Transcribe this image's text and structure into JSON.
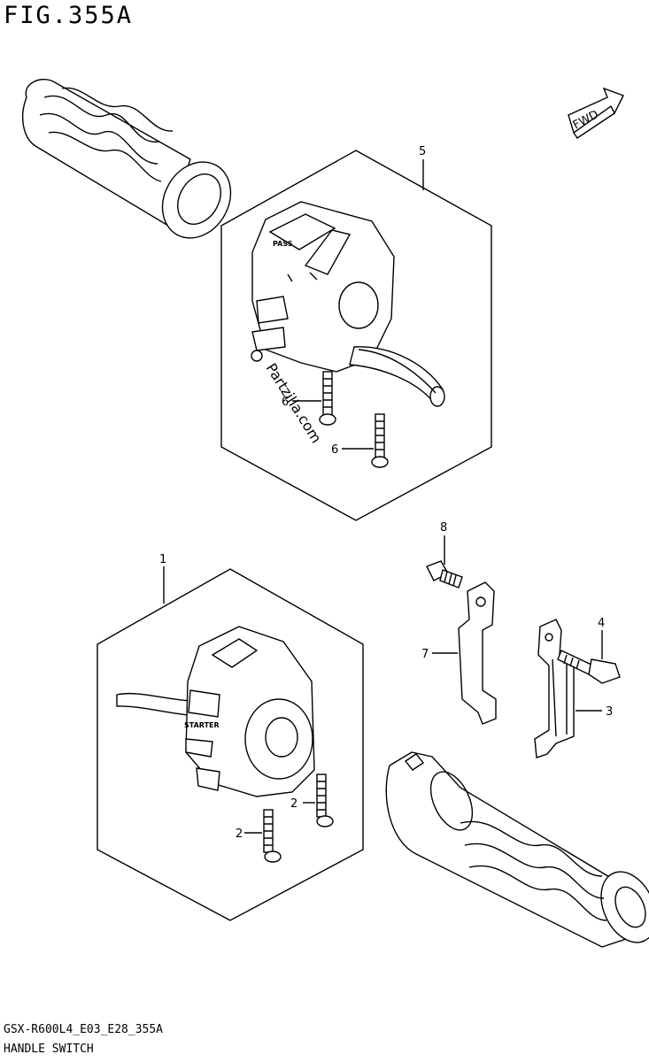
{
  "figure": {
    "title": "FIG.355A",
    "code": "GSX-R600L4_E03_E28_355A",
    "caption": "HANDLE SWITCH"
  },
  "fwd_label": "FWD",
  "watermark": "Partzilla.com",
  "switch_labels": {
    "right_top": "PASS",
    "left_top": "STARTER"
  },
  "parts": [
    {
      "callout": "1"
    },
    {
      "callout": "2"
    },
    {
      "callout": "2"
    },
    {
      "callout": "3"
    },
    {
      "callout": "4"
    },
    {
      "callout": "5"
    },
    {
      "callout": "6"
    },
    {
      "callout": "6"
    },
    {
      "callout": "7"
    },
    {
      "callout": "8"
    }
  ]
}
